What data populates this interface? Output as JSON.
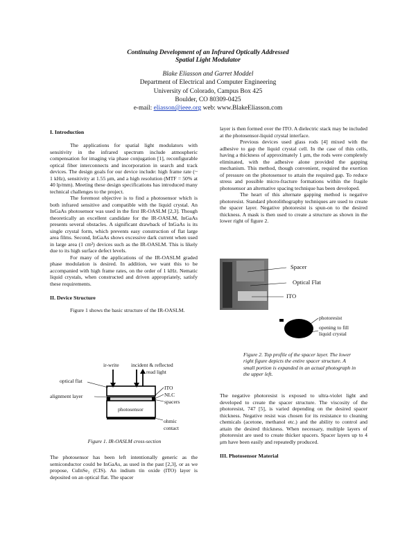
{
  "header": {
    "title_line1": "Continuing Development of an Infrared Optically Addressed",
    "title_line2": "Spatial Light Modulator",
    "authors": "Blake Eliasson and Garret Moddel",
    "affil1": "Department of Electrical and Computer Engineering",
    "affil2": "University of Colorado, Campus Box 425",
    "affil3": "Boulder, CO  80309-0425",
    "email_prefix": "e-mail: ",
    "email": "eliasson@ieee.org",
    "web": "  web: www.BlakeEliasson.com"
  },
  "left": {
    "h1": "I. Introduction",
    "p1": "The applications for spatial light modulators with sensitivity in the infrared spectrum include atmospheric compensation for imaging via phase conjugation [1], reconfigurable optical fiber interconnects and incorporation in search and track devices.  The design goals for our device include: high frame rate (~ 1 kHz), sensitivity at 1.55 μm, and a high resolution (MTF = 50% at 40 lp/mm).  Meeting these design specifications has introduced many technical challenges to the project.",
    "p2": "The foremost objective is to find a photosensor which is both infrared sensitive and compatible with the liquid crystal.  An InGaAs photosensor was used in the first IR-OASLM [2,3].  Though theoretically an excellent candidate for the IR-OASLM, InGaAs presents several obstacles.  A significant drawback of InGaAs is its single crystal form, which prevents easy construction of flat large area films.  Second, InGaAs shows excessive dark current when used in large area (1 cm²) devices such as the IR-OASLM.  This is likely due to its high surface defect levels.",
    "p3": "For many of the applications of the IR-OASLM graded phase modulation is desired.  In addition, we want this to be accompanied with high frame rates, on the order of 1 kHz.   Nematic liquid crystals, when constructed and driven appropriately, satisfy these requirements.",
    "h2": "II. Device Structure",
    "p4": "Figure 1 shows the basic structure of the IR-OASLM.",
    "fig1_caption": "Figure 1.  IR-OASLM cross-section",
    "p5": "The photosensor has been left intentionally generic as the semiconductor could be InGaAs, as used in the past [2,3], or as we propose, CuInSe₂ (CIS).  An indium tin oxide (ITO) layer is deposited on an optical flat.  The spacer"
  },
  "fig1": {
    "write": "ir-write",
    "read1": "incident & reflected",
    "read2": "read light",
    "optical_flat": "optical flat",
    "alignment": "alignment layer",
    "ito": "ITO",
    "nlc": "NLC",
    "spacers": "spacers",
    "photosensor": "photosensor",
    "ohmic1": "ohmic",
    "ohmic2": "contact"
  },
  "right": {
    "p1": "layer is then formed over the ITO.  A dielectric stack may be included at the photosensor-liquid crystal interface.",
    "p2": "Previous devices used glass rods [4] mixed with the adhesive to gap the liquid crystal cell.  In the case of thin cells, having a thickness of approximately 1 μm, the rods were completely eliminated, with the adhesive alone provided the gapping mechanism.  This method, though convenient, required the exertion of pressure on the photosensor to attain the required gap.  To reduce stress and possible micro-fracture formations within the fragile photosensor an alternative spacing technique has been developed.",
    "p3": "The heart of this alternate gapping method is negative photoresist.  Standard photolithography techniques are used to create the spacer layer.  Negative photoresist is spun-on to the desired thickness.  A mask is then used to create a structure as shown in the lower right of figure 2.",
    "fig2_caption": "Figure 2.  Top profile of the spacer layer. The lower right figure depicts the entire spacer structure.  A small portion is expanded in an actual photograph in the upper left.",
    "p4": "The negative photoresist is exposed to ultra-violet light and developed to create the spacer structure.   The viscosity of the photoresist, 747 [5], is varied depending on the desired spacer thickness.   Negative resist was chosen for its resistance to cleaning chemicals (acetone, methanol etc.) and the ability to control and attain the desired thickness.  When necessary, multiple layers of photoresist are used to create thicker spacers.  Spacer layers up to 4 μm have been easily and repeatedly produced.",
    "h3": "III. Photosensor Material"
  },
  "fig2": {
    "spacer": "Spacer",
    "optical_flat": "Optical Flat",
    "ito": "ITO",
    "photoresist": "photoresist",
    "opening1": "opening to fill",
    "opening2": "liquid crystal"
  }
}
